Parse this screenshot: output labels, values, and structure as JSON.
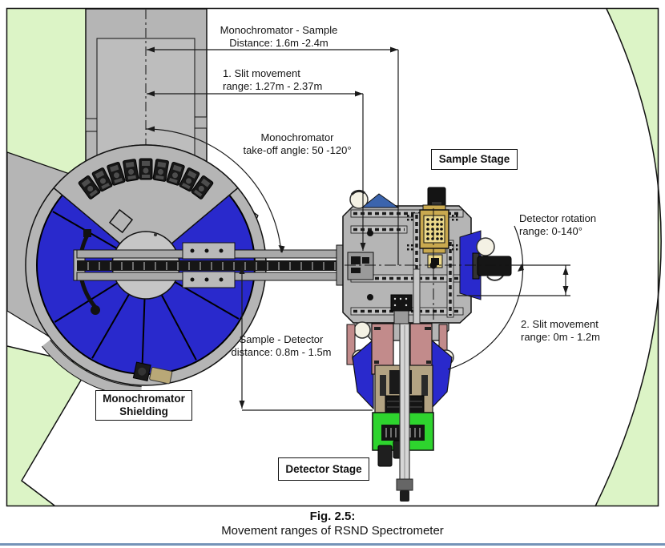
{
  "figure": {
    "caption_label": "Fig. 2.5:",
    "caption_text": "Movement ranges of RSND Spectrometer"
  },
  "annotations": {
    "mono_sample_distance": "Monochromator - Sample\nDistance: 1.6m -2.4m",
    "slit1_range": "1. Slit movement\nrange: 1.27m - 2.37m",
    "takeoff_angle": "Monochromator\ntake-off angle: 50 -120°",
    "detector_rotation": "Detector rotation\nrange: 0-140°",
    "slit2_range": "2. Slit movement\nrange: 0m - 1.2m",
    "sample_detector_distance": "Sample - Detector\ndistance: 0.8m - 1.5m"
  },
  "component_labels": {
    "sample_stage": "Sample Stage",
    "monochromator_shielding": "Monochromator\nShielding",
    "detector_stage": "Detector Stage"
  },
  "colors": {
    "floor-green": "#dcf4c6",
    "shield-blue": "#2929cc",
    "struct-gray": "#b5b5b5",
    "detector-pink": "#c28b8b",
    "detector-tan": "#b3a383",
    "detector-green": "#2ed42e",
    "table-yellow": "#ecd98a",
    "rule-blue": "#7593b8"
  }
}
